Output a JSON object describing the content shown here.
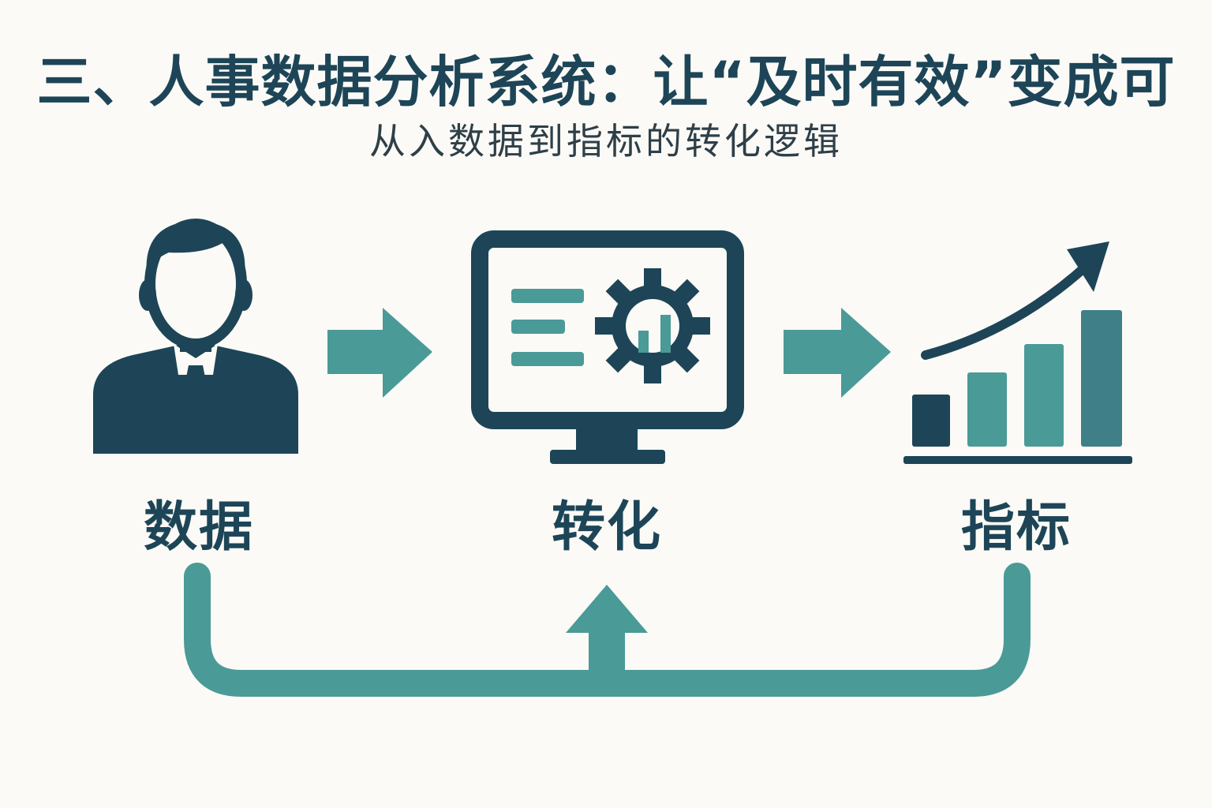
{
  "header": {
    "title": "三、人事数据分析系统：让“及时有效”变成可",
    "subtitle": "从入数据到指标的转化逻辑"
  },
  "steps": [
    {
      "label": "数据",
      "icon": "person-icon"
    },
    {
      "label": "转化",
      "icon": "monitor-gear-icon"
    },
    {
      "label": "指标",
      "icon": "bar-chart-trend-icon"
    }
  ],
  "colors": {
    "dark": "#1d4557",
    "teal": "#4a9a98",
    "background": "#fbfaf6"
  }
}
